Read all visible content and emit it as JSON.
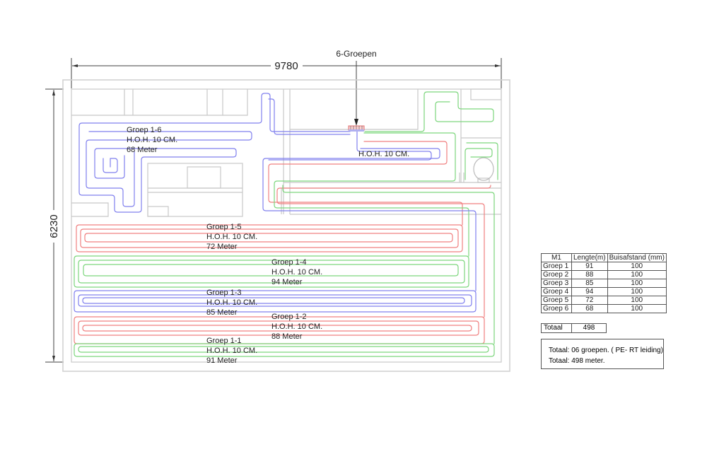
{
  "drawing": {
    "manifold_label": "6-Groepen",
    "width_dimension": "9780",
    "height_dimension": "6230",
    "manifold_spacing_label": "H.O.H. 10 CM.",
    "pipe_colors": {
      "red": "#f08080",
      "green": "#7dd67d",
      "blue": "#8080ee"
    },
    "groups": [
      {
        "name": "Groep 1-1",
        "spacing": "H.O.H. 10 CM.",
        "length": "91 Meter",
        "color": "green"
      },
      {
        "name": "Groep 1-2",
        "spacing": "H.O.H. 10 CM.",
        "length": "88 Meter",
        "color": "red"
      },
      {
        "name": "Groep 1-3",
        "spacing": "H.O.H. 10 CM.",
        "length": "85 Meter",
        "color": "blue"
      },
      {
        "name": "Groep 1-4",
        "spacing": "H.O.H. 10 CM.",
        "length": "94 Meter",
        "color": "green"
      },
      {
        "name": "Groep 1-5",
        "spacing": "H.O.H. 10 CM.",
        "length": "72 Meter",
        "color": "red"
      },
      {
        "name": "Groep 1-6",
        "spacing": "H.O.H. 10 CM.",
        "length": "68 Meter",
        "color": "blue"
      }
    ]
  },
  "legend_table": {
    "headers": [
      "M1",
      "Lengte(m)",
      "Buisafstand (mm)"
    ],
    "rows": [
      [
        "Groep 1",
        "91",
        "100"
      ],
      [
        "Groep 2",
        "88",
        "100"
      ],
      [
        "Groep 3",
        "85",
        "100"
      ],
      [
        "Groep 4",
        "94",
        "100"
      ],
      [
        "Groep 5",
        "72",
        "100"
      ],
      [
        "Groep 6",
        "68",
        "100"
      ]
    ],
    "total_label": "Totaal",
    "total_value": "498"
  },
  "summary": {
    "line1": "Totaal: 06 groepen. ( PE- RT leiding)",
    "line2": "Totaal: 498 meter."
  }
}
